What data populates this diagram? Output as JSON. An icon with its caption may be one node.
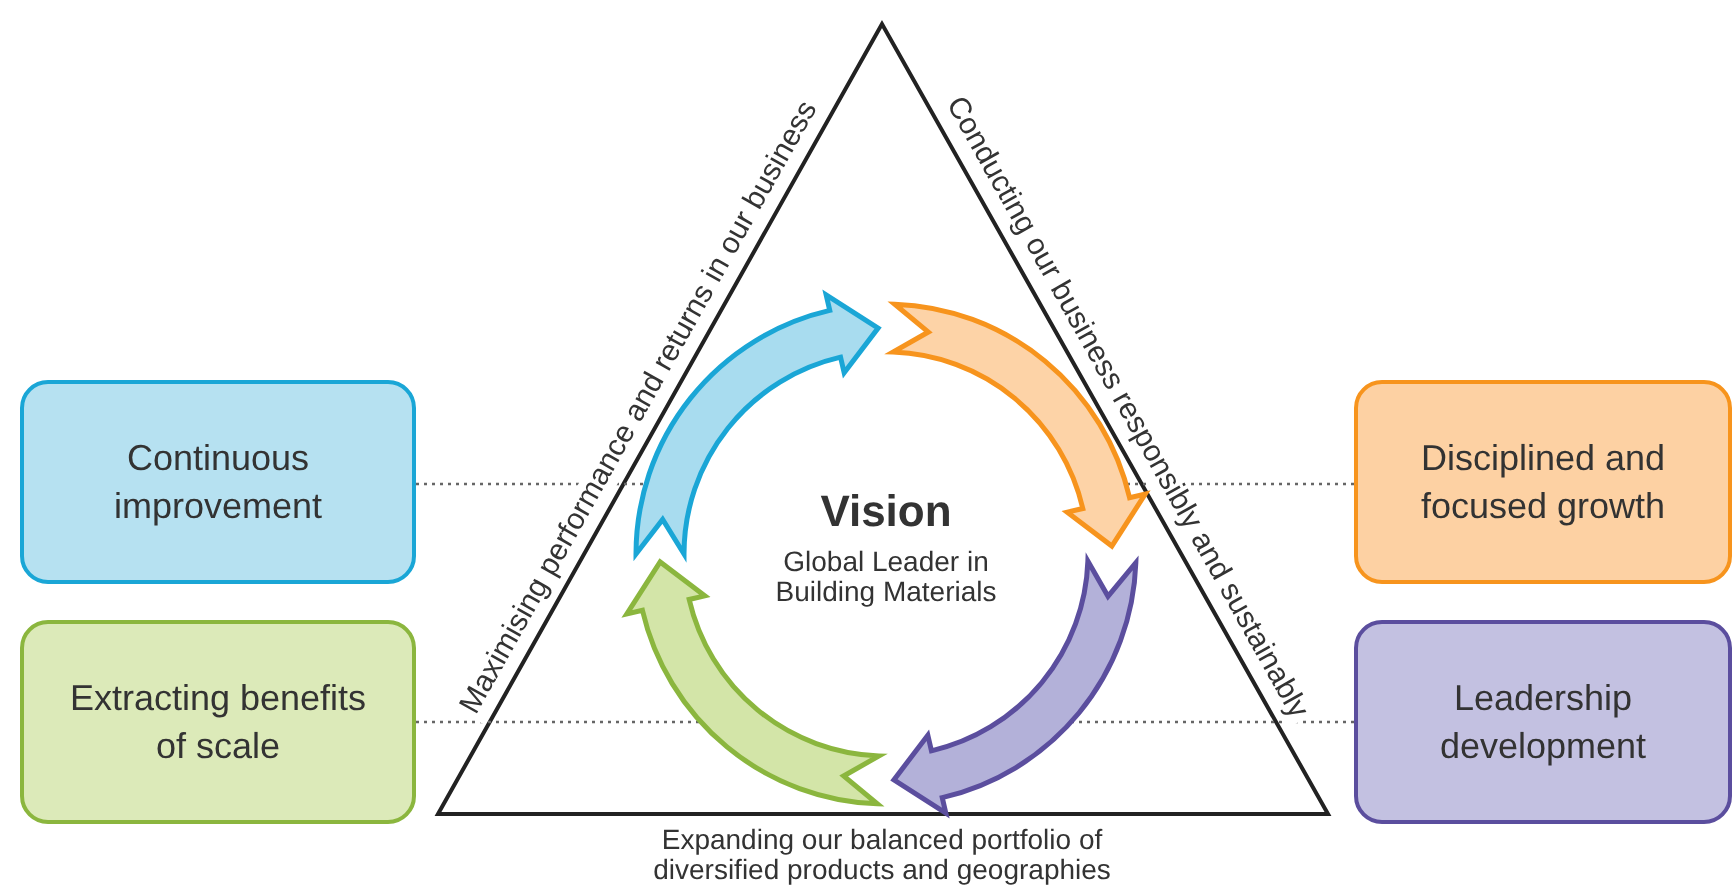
{
  "diagram": {
    "nodes": [
      {
        "text": [
          "Continuous improvement"
        ]
      },
      {
        "text": [
          "Disciplined and focused growth"
        ]
      },
      {
        "text": [
          "Extracting benefits of scale"
        ]
      },
      {
        "text": [
          "Leadership development"
        ]
      },
      {
        "text": [],
        "shape": "arrow"
      },
      {
        "text": [],
        "shape": "arrow"
      },
      {
        "text": [],
        "shape": "arrow"
      },
      {
        "text": [],
        "shape": "arrow"
      }
    ],
    "edges": [
      {
        "from": 0,
        "to": 4,
        "arrow": "none",
        "style": "dashed"
      },
      {
        "from": 1,
        "to": 5,
        "arrow": "none",
        "style": "dashed"
      },
      {
        "from": 2,
        "to": 6,
        "arrow": "none",
        "style": "dashed"
      },
      {
        "from": 3,
        "to": 7,
        "arrow": "none",
        "style": "dashed"
      }
    ],
    "labels": [
      "Conducting our business responsibly and sustainably",
      "Maximising performance and returns in our business",
      "Vision",
      "Global Leader in Building Materials",
      "Expanding our balanced portfolio of diversified products and geographies"
    ]
  }
}
